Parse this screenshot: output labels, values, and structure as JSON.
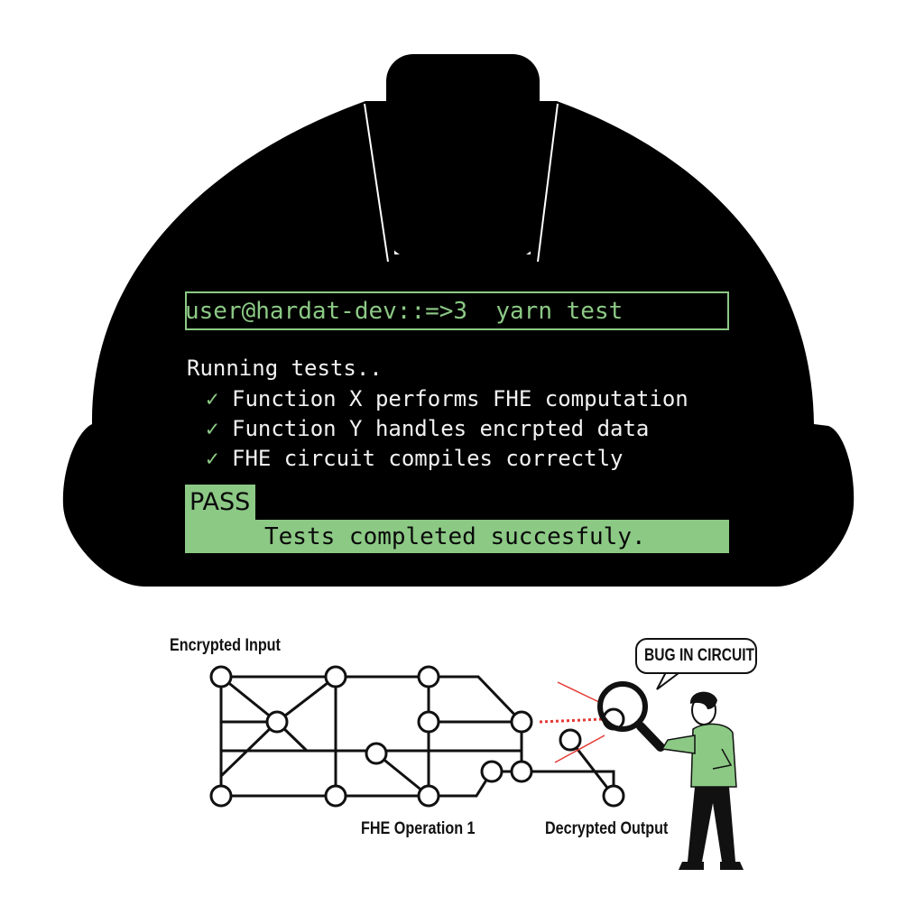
{
  "terminal": {
    "prompt": "user@hardat-dev::=>3  yarn test",
    "running": "Running tests..",
    "check_icon": "check-icon",
    "tests": [
      "Function X performs FHE computation",
      "Function Y handles encrpted data",
      "FHE circuit compiles correctly"
    ],
    "status_badge": "PASS",
    "status_message": "Tests completed succesfuly."
  },
  "diagram": {
    "label_input": "Encrypted Input",
    "label_operation": "FHE Operation 1",
    "label_output": "Decrypted Output",
    "speech_bubble": "BUG IN CIRCUIT"
  },
  "colors": {
    "accent_green": "#8cc985",
    "helmet": "#000000",
    "bug_red": "#e53935",
    "ink": "#111111"
  }
}
